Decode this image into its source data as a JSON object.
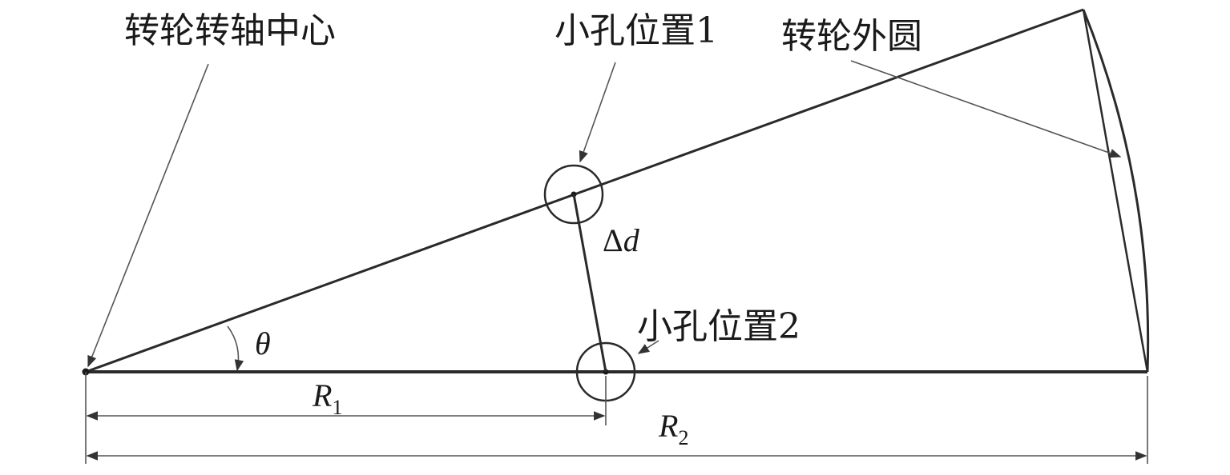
{
  "labels": {
    "center": "转轮转轴中心",
    "hole1": "小孔位置1",
    "hole2": "小孔位置2",
    "outer": "转轮外圆",
    "delta_symbol": "Δ",
    "delta_var": "d",
    "theta": "θ",
    "r1_var": "R",
    "r1_sub": "1",
    "r2_var": "R",
    "r2_sub": "2"
  },
  "colors": {
    "line": "#2a2a2a",
    "annotation": "#555555",
    "background": "#ffffff"
  }
}
